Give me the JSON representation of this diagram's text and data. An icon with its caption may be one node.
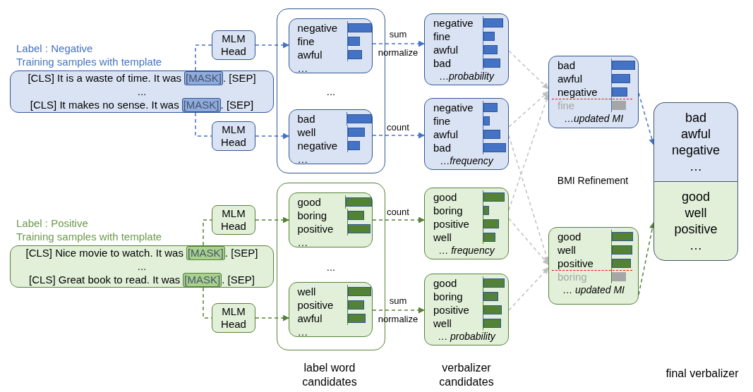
{
  "diagram": {
    "nodes": [
      {
        "text": [
          "Label : Negative",
          "Training samples with template",
          "[CLS] It is a waste of time. It was",
          "[MASK]",
          ". [SEP]",
          "...",
          "[CLS] It makes no sense. It was",
          "[MASK]",
          ". [SEP]"
        ]
      },
      {
        "text": [
          "MLM Head"
        ]
      },
      {
        "text": [
          "MLM Head"
        ]
      },
      {
        "text": [
          "..."
        ]
      },
      {
        "text": [
          "negative",
          "fine",
          "awful",
          "…"
        ],
        "in": 3
      },
      {
        "text": [
          "bad",
          "well",
          "negative",
          "…"
        ],
        "in": 3
      },
      {
        "text": [
          "negative",
          "fine",
          "awful",
          "bad",
          "…*probability*"
        ]
      },
      {
        "text": [
          "negative",
          "fine",
          "awful",
          "bad",
          "…*frequency*"
        ]
      },
      {
        "text": [
          "bad",
          "awful",
          "negative",
          "fine",
          "…*updated MI*"
        ]
      },
      {
        "text": [
          "bad",
          "awful",
          "negative",
          "…"
        ]
      },
      {
        "text": [
          "good",
          "well",
          "positive",
          "…"
        ]
      },
      {
        "text": [
          "Label : Positive",
          "Training samples with template",
          "[CLS] Nice movie to watch. It was",
          "[MASK]",
          ". [SEP]",
          "...",
          "[CLS] Great book to read. It was",
          "[MASK]",
          ". [SEP]"
        ]
      },
      {
        "text": [
          "MLM Head"
        ]
      },
      {
        "text": [
          "MLM Head"
        ]
      },
      {
        "text": [
          "..."
        ]
      },
      {
        "text": [
          "good",
          "boring",
          "positive",
          "…"
        ],
        "in": 14
      },
      {
        "text": [
          "well",
          "positive",
          "awful",
          "…"
        ],
        "in": 14
      },
      {
        "text": [
          "good",
          "boring",
          "positive",
          "well",
          "… *frequency*"
        ]
      },
      {
        "text": [
          "good",
          "boring",
          "positive",
          "well",
          "… *probability*"
        ]
      },
      {
        "text": [
          "good",
          "well",
          "positive",
          "boring",
          "… *updated MI*"
        ]
      }
    ],
    "edges": [
      {
        "from": 0,
        "to": 1,
        "arrow": "none",
        "style": "dashed",
        "color": "#4472c4"
      },
      {
        "from": 0,
        "to": 2,
        "arrow": "none",
        "style": "dashed",
        "color": "#4472c4"
      },
      {
        "from": 1,
        "to": 4,
        "arrow": "to",
        "style": "dashed",
        "color": "#4472c4"
      },
      {
        "from": 2,
        "to": 5,
        "arrow": "to",
        "style": "dashed",
        "color": "#4472c4"
      },
      {
        "from": 4,
        "to": 6,
        "arrow": "to",
        "label": "sum normalize",
        "style": "dashed",
        "color": "#4472c4"
      },
      {
        "from": 5,
        "to": 7,
        "arrow": "to",
        "label": "count",
        "style": "dashed",
        "color": "#4472c4"
      },
      {
        "from": 6,
        "to": 8,
        "arrow": "to",
        "style": "dashed",
        "color": "#bfbfbf"
      },
      {
        "from": 7,
        "to": 8,
        "arrow": "to",
        "style": "dashed",
        "color": "#bfbfbf"
      },
      {
        "from": 7,
        "to": 19,
        "arrow": "to",
        "style": "dashed",
        "color": "#bfbfbf"
      },
      {
        "from": 8,
        "to": 9,
        "arrow": "to",
        "style": "dashed",
        "color": "#4472c4"
      },
      {
        "from": 11,
        "to": 12,
        "arrow": "none",
        "style": "dashed",
        "color": "#548235"
      },
      {
        "from": 11,
        "to": 13,
        "arrow": "none",
        "style": "dashed",
        "color": "#548235"
      },
      {
        "from": 12,
        "to": 15,
        "arrow": "to",
        "style": "dashed",
        "color": "#548235"
      },
      {
        "from": 13,
        "to": 16,
        "arrow": "to",
        "style": "dashed",
        "color": "#548235"
      },
      {
        "from": 15,
        "to": 17,
        "arrow": "to",
        "label": "count",
        "style": "dashed",
        "color": "#548235"
      },
      {
        "from": 16,
        "to": 18,
        "arrow": "to",
        "label": "sum normalize",
        "style": "dashed",
        "color": "#548235"
      },
      {
        "from": 17,
        "to": 8,
        "arrow": "to",
        "style": "dashed",
        "color": "#bfbfbf"
      },
      {
        "from": 17,
        "to": 19,
        "arrow": "to",
        "style": "dashed",
        "color": "#bfbfbf"
      },
      {
        "from": 18,
        "to": 19,
        "arrow": "to",
        "style": "dashed",
        "color": "#bfbfbf"
      },
      {
        "from": 19,
        "to": 10,
        "arrow": "to",
        "style": "dashed",
        "color": "#548235"
      }
    ],
    "labels": [
      "BMI Refinement",
      "label word candidates",
      "verbalizer candidates",
      "final verbalizer"
    ]
  }
}
